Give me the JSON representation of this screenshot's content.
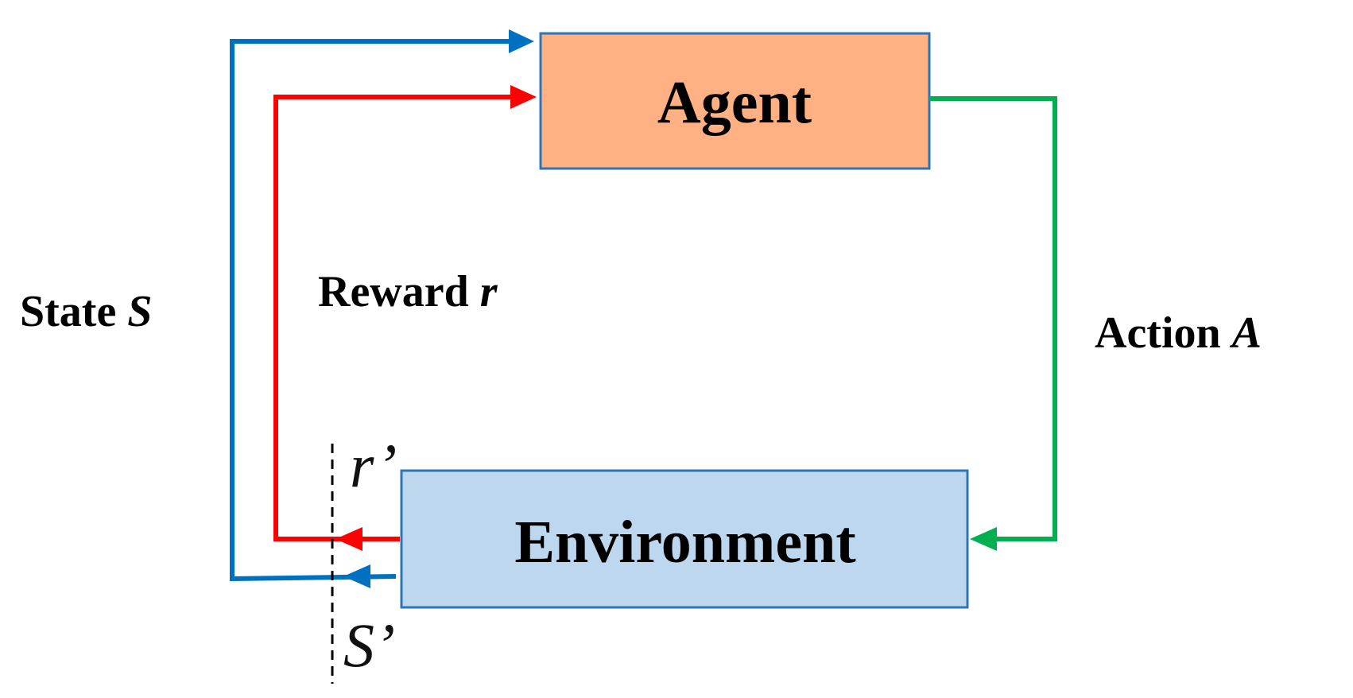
{
  "nodes": {
    "agent": {
      "label": "Agent",
      "fill": "#ffb183",
      "stroke": "#2e75b6"
    },
    "environment": {
      "label": "Environment",
      "fill": "#bdd7ee",
      "stroke": "#2e75b6"
    }
  },
  "edges": {
    "state": {
      "label": "State ",
      "var": "S",
      "color": "#0070c0"
    },
    "reward": {
      "label": "Reward ",
      "var": "r",
      "color": "#ff0000"
    },
    "action": {
      "label": "Action ",
      "var": "A",
      "color": "#00b050"
    }
  },
  "next_step": {
    "reward_prime": "r’",
    "state_prime": "S’"
  }
}
